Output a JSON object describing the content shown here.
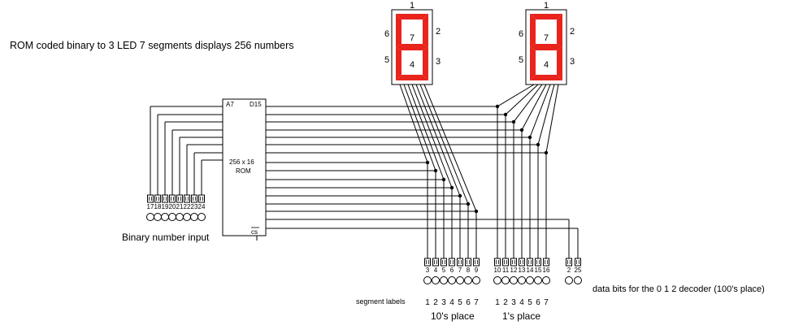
{
  "title": "ROM coded binary to 3 LED 7 segments displays 256 numbers",
  "rom": {
    "label_line1": "256 x 16",
    "label_line2": "ROM",
    "pin_a7": "A7",
    "pin_d15": "D15",
    "pin_cs": "cs"
  },
  "input_caption": "Binary number input",
  "input_pins": [
    "17",
    "18",
    "19",
    "20",
    "21",
    "22",
    "23",
    "24"
  ],
  "tens_pins": [
    "3",
    "4",
    "5",
    "6",
    "7",
    "8",
    "9"
  ],
  "ones_pins": [
    "10",
    "11",
    "12",
    "13",
    "14",
    "15",
    "16"
  ],
  "dec_pins": [
    "2",
    "25"
  ],
  "segment_labels_caption": "segment labels",
  "segment_numbers": [
    "1",
    "2",
    "3",
    "4",
    "5",
    "6",
    "7"
  ],
  "tens_caption": "10's place",
  "ones_caption": "1's place",
  "decoder_caption": "data bits for the 0 1 2 decoder (100's place)",
  "display_labels": {
    "top": "1",
    "left_upper": "6",
    "right_upper": "2",
    "left_lower": "5",
    "right_lower": "3",
    "middle": "7",
    "bottom": "4"
  },
  "colors": {
    "segment": "#e8241c",
    "display_body": "#ffffff",
    "wire": "#000000"
  }
}
